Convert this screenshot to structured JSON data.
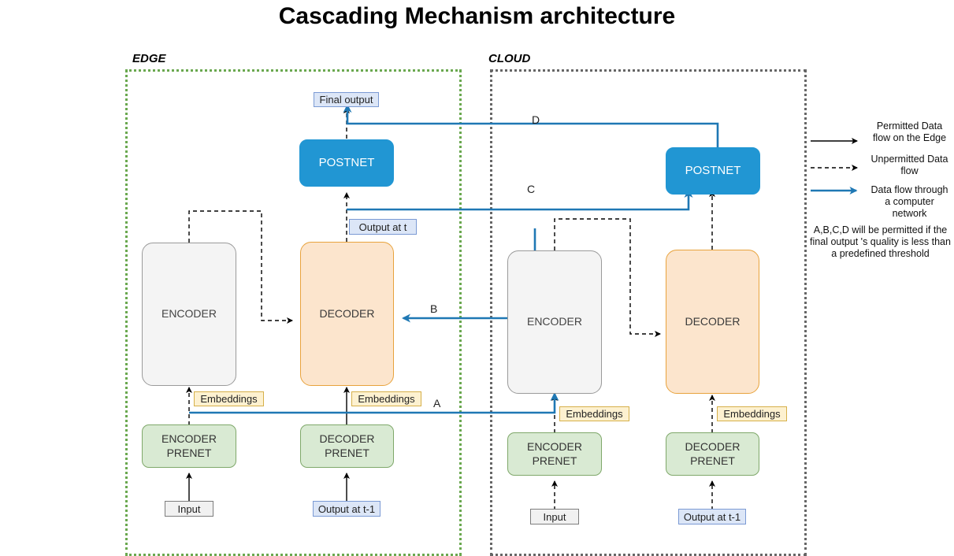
{
  "title": "Cascading Mechanism architecture",
  "zones": {
    "edge": {
      "label": "EDGE"
    },
    "cloud": {
      "label": "CLOUD"
    }
  },
  "edge": {
    "final_output": "Final output",
    "postnet": "POSTNET",
    "output_at_t": "Output at t",
    "encoder": "ENCODER",
    "decoder": "DECODER",
    "embeddings_encoder": "Embeddings",
    "embeddings_decoder": "Embeddings",
    "encoder_prenet": "ENCODER\nPRENET",
    "decoder_prenet": "DECODER\nPRENET",
    "input": "Input",
    "output_at_t_minus_1": "Output at t-1"
  },
  "cloud": {
    "postnet": "POSTNET",
    "encoder": "ENCODER",
    "decoder": "DECODER",
    "embeddings_encoder": "Embeddings",
    "embeddings_decoder": "Embeddings",
    "encoder_prenet": "ENCODER\nPRENET",
    "decoder_prenet": "DECODER\nPRENET",
    "input": "Input",
    "output_at_t_minus_1": "Output at t-1"
  },
  "flow_labels": {
    "a": "A",
    "b": "B",
    "c": "C",
    "d": "D"
  },
  "legend": {
    "permitted": "Permitted Data\nflow on the Edge",
    "unpermitted": "Unpermitted Data\nflow",
    "network": "Data flow through\na computer\nnetwork",
    "note": "A,B,C,D will be permitted if the\nfinal output 's quality is less than\na predefined threshold"
  },
  "colors": {
    "postnet": "#2196d3",
    "decoder": "#fce5cd",
    "encoder": "#f4f4f4",
    "prenet": "#d9ead3",
    "network_flow": "#1f78b4",
    "edge_zone": "#6aa84f",
    "cloud_zone": "#666666",
    "tag_blue": "#dce6f7",
    "tag_yellow": "#fdf1d0"
  }
}
